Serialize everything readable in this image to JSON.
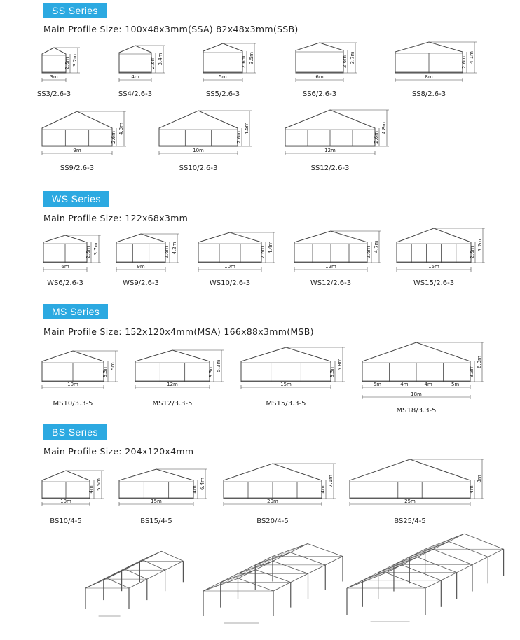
{
  "colors": {
    "badge": "#2ca9e1",
    "line": "#444444"
  },
  "sections": [
    {
      "title": "SS Series",
      "profile": "Main Profile Size: 100x48x3mm(SSA)  82x48x3mm(SSB)",
      "tents": [
        {
          "label": "SS3/2.6-3",
          "width": "3m",
          "side": "2.6m",
          "peak": "3.2m",
          "bays": 1
        },
        {
          "label": "SS4/2.6-3",
          "width": "4m",
          "side": "2.6m",
          "peak": "3.4m",
          "bays": 1
        },
        {
          "label": "SS5/2.6-3",
          "width": "5m",
          "side": "2.6m",
          "peak": "3.5m",
          "bays": 1
        },
        {
          "label": "SS6/2.6-3",
          "width": "6m",
          "side": "2.6m",
          "peak": "3.7m",
          "bays": 1
        },
        {
          "label": "SS8/2.6-3",
          "width": "8m",
          "side": "2.6m",
          "peak": "4.1m",
          "bays": 2
        },
        {
          "label": "SS9/2.6-3",
          "width": "9m",
          "side": "2.6m",
          "peak": "4.3m",
          "bays": 3
        },
        {
          "label": "SS10/2.6-3",
          "width": "10m",
          "side": "2.6m",
          "peak": "4.5m",
          "bays": 3
        },
        {
          "label": "SS12/2.6-3",
          "width": "12m",
          "side": "2.6m",
          "peak": "4.8m",
          "bays": 4
        }
      ]
    },
    {
      "title": "WS Series",
      "profile": "Main Profile Size: 122x68x3mm",
      "tents": [
        {
          "label": "WS6/2.6-3",
          "width": "6m",
          "side": "2.6m",
          "peak": "3.7m",
          "bays": 2
        },
        {
          "label": "WS9/2.6-3",
          "width": "9m",
          "side": "2.6m",
          "peak": "4.2m",
          "bays": 3
        },
        {
          "label": "WS10/2.6-3",
          "width": "10m",
          "side": "2.6m",
          "peak": "4.4m",
          "bays": 3
        },
        {
          "label": "WS12/2.6-3",
          "width": "12m",
          "side": "2.6m",
          "peak": "4.7m",
          "bays": 4
        },
        {
          "label": "WS15/2.6-3",
          "width": "15m",
          "side": "2.6m",
          "peak": "5.2m",
          "bays": 5
        }
      ]
    },
    {
      "title": "MS Series",
      "profile": "Main Profile Size: 152x120x4mm(MSA)   166x88x3mm(MSB)",
      "tents": [
        {
          "label": "MS10/3.3-5",
          "width": "10m",
          "side": "3.3m",
          "peak": "5m",
          "bays": 2
        },
        {
          "label": "MS12/3.3-5",
          "width": "12m",
          "side": "3.3m",
          "peak": "5.3m",
          "bays": 3
        },
        {
          "label": "MS15/3.3-5",
          "width": "15m",
          "side": "3.3m",
          "peak": "5.8m",
          "bays": 3
        },
        {
          "label": "MS18/3.3-5",
          "width": "18m",
          "side": "3.3m",
          "peak": "6.3m",
          "bays": 4,
          "segments": [
            "5m",
            "4m",
            "4m",
            "5m"
          ]
        }
      ]
    },
    {
      "title": "BS Series",
      "profile": "Main Profile Size: 204x120x4mm",
      "tents": [
        {
          "label": "BS10/4-5",
          "width": "10m",
          "side": "4m",
          "peak": "5.5m",
          "bays": 2
        },
        {
          "label": "BS15/4-5",
          "width": "15m",
          "side": "4m",
          "peak": "6.4m",
          "bays": 3
        },
        {
          "label": "BS20/4-5",
          "width": "20m",
          "side": "4m",
          "peak": "7.1m",
          "bays": 4
        },
        {
          "label": "BS25/4-5",
          "width": "25m",
          "side": "4m",
          "peak": "8m",
          "bays": 5
        }
      ]
    }
  ],
  "frames": [
    {
      "name": "tent-frame-small"
    },
    {
      "name": "tent-frame-medium"
    },
    {
      "name": "tent-frame-large"
    }
  ]
}
